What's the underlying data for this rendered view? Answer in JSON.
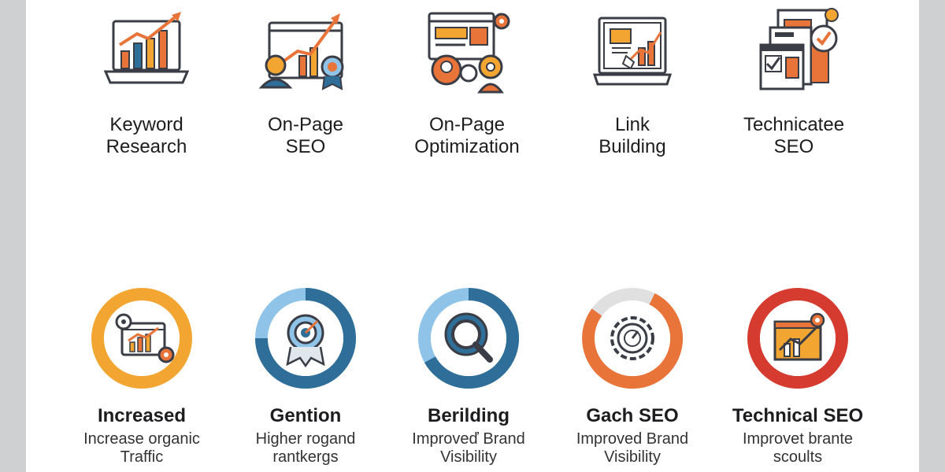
{
  "colors": {
    "outline": "#3a3d45",
    "orange": "#e8743a",
    "blue": "#2f6e98",
    "light_blue": "#8fc4e8",
    "yellow": "#f2a531",
    "red": "#d63b2f"
  },
  "services": [
    {
      "title": "Keyword\nResearch",
      "icon": "laptop-growth-chart-icon"
    },
    {
      "title": "On-Page\nSEO",
      "icon": "browser-award-icon"
    },
    {
      "title": "On-Page\nOptimization",
      "icon": "browser-gears-user-icon"
    },
    {
      "title": "Link\nBuilding",
      "icon": "laptop-link-chart-icon"
    },
    {
      "title": "Technicatee\nSEO",
      "icon": "documents-checkmark-icon"
    }
  ],
  "benefits": [
    {
      "title": "Increased",
      "subtitle": "Increase organic\nTraffic",
      "icon": "gear-chart-ring-icon",
      "ring_color": "#f2a531",
      "fill": 1.0
    },
    {
      "title": "Gention",
      "subtitle": "Higher rogand\nrantkergs",
      "icon": "gear-target-ring-icon",
      "ring_color": "#2f6e98",
      "fill": 0.75
    },
    {
      "title": "Berilding",
      "subtitle": "Improveď Brand\nVisibility",
      "icon": "magnifier-gear-ring-icon",
      "ring_color": "#2f6e98",
      "fill": 0.8
    },
    {
      "title": "Gach SEO",
      "subtitle": "Improved Brand\nVisibility",
      "icon": "gear-dial-ring-icon",
      "ring_color": "#e8743a",
      "fill": 0.85
    },
    {
      "title": "Technical SEO",
      "subtitle": "Improvet brante\nscoults",
      "icon": "chart-pin-ring-icon",
      "ring_color": "#d63b2f",
      "fill": 1.0
    }
  ]
}
